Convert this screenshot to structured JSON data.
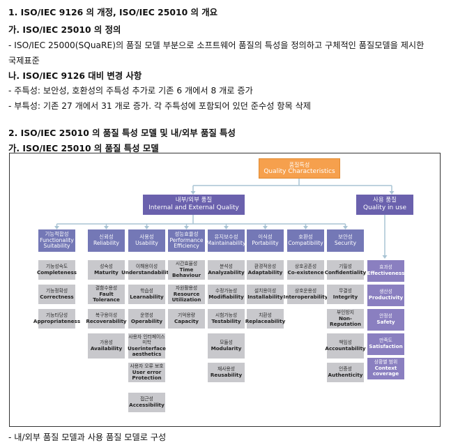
{
  "text": {
    "h1": "1. ISO/IEC 9126 의 개정, ISO/IEC 25010 의 개요",
    "h1a": "가. ISO/IEC 25010 의 정의",
    "p1a": "- ISO/IEC 25000(SQuaRE)의 품질 모델 부분으로 소프트웨어 품질의 특성을 정의하고 구체적인 품질모델을 제시한",
    "p1b": "국제표준",
    "h1b": "나. ISO/IEC 9126 대비 변경 사항",
    "p2": "- 주특성: 보안성, 호환성의 주특성 추가로 기존 6 개에서 8 개로 증가",
    "p3": "- 부특성: 기존 27 개에서 31 개로 증가. 각 주특성에 포함되어 있던 준수성 항목 삭제",
    "h2": "2. ISO/IEC 25010 의 품질 특성 모델 및 내/외부 품질 특성",
    "h2a": "가. ISO/IEC 25010 의 품질 특성 모델",
    "footer": "- 내/외부 품질 모델과 사용 품질 모델로 구성"
  },
  "diagram": {
    "root": {
      "ko": "품질특성",
      "en": "Quality Characteristics",
      "color": "#f6a04d"
    },
    "internal": {
      "ko": "내부/외부 품질",
      "en": "Internal and External Quality",
      "color": "#6a61ad"
    },
    "in_use": {
      "ko": "사용 품질",
      "en": "Quality in use",
      "color": "#6a61ad"
    },
    "characteristics": [
      {
        "ko": "기능적합성",
        "en": "Functionality Suitability",
        "subs": [
          [
            "기능성숙도",
            "Completeness"
          ],
          [
            "기능정확성",
            "Correctness"
          ],
          [
            "기능타당성",
            "Appropriateness"
          ]
        ]
      },
      {
        "ko": "신뢰성",
        "en": "Reliability",
        "subs": [
          [
            "성숙성",
            "Maturity"
          ],
          [
            "결함수용성",
            "Fault Tolerance"
          ],
          [
            "복구용이성",
            "Recoverability"
          ],
          [
            "가용성",
            "Availability"
          ]
        ]
      },
      {
        "ko": "사용성",
        "en": "Usability",
        "subs": [
          [
            "이해용이성",
            "Understandability"
          ],
          [
            "학습성",
            "Learnability"
          ],
          [
            "운영성",
            "Operability"
          ],
          [
            "사용자 인터페이스 미학",
            "Userinterface aesthetics"
          ],
          [
            "사용자 오류 보호",
            "User error Protection"
          ],
          [
            "접근성",
            "Accessibility"
          ]
        ]
      },
      {
        "ko": "성능효율성",
        "en": "Performance Efficiency",
        "subs": [
          [
            "시간효율성",
            "Time Behaviour"
          ],
          [
            "자원활용성",
            "Resource Utilization"
          ],
          [
            "기억용량",
            "Capacity"
          ]
        ]
      },
      {
        "ko": "유지보수성",
        "en": "Maintainability",
        "subs": [
          [
            "분석성",
            "Analyzability"
          ],
          [
            "수정가능성",
            "Modifiability"
          ],
          [
            "시험가능성",
            "Testability"
          ],
          [
            "모듈성",
            "Modularity"
          ],
          [
            "재사용성",
            "Reusability"
          ]
        ]
      },
      {
        "ko": "이식성",
        "en": "Portability",
        "subs": [
          [
            "환경적응성",
            "Adaptability"
          ],
          [
            "설치용이성",
            "Installability"
          ],
          [
            "치환성",
            "Replaceability"
          ]
        ]
      },
      {
        "ko": "호환성",
        "en": "Compatibility",
        "subs": [
          [
            "상호공존성",
            "Co-existence"
          ],
          [
            "상호운용성",
            "Interoperability"
          ]
        ]
      },
      {
        "ko": "보안성",
        "en": "Security",
        "subs": [
          [
            "기밀성",
            "Confidentiality"
          ],
          [
            "무결성",
            "Integrity"
          ],
          [
            "부인방지",
            "Non-Reputation"
          ],
          [
            "책임성",
            "Accountability"
          ],
          [
            "인증성",
            "Authenticity"
          ]
        ]
      }
    ],
    "in_use_subs": [
      [
        "효과성",
        "Effectiveness"
      ],
      [
        "생산성",
        "Productivity"
      ],
      [
        "안정성",
        "Safety"
      ],
      [
        "만족도",
        "Satisfaction"
      ],
      [
        "상황별 범위",
        "Context coverage"
      ]
    ],
    "colors": {
      "characteristic": "#7478b6",
      "sub": "#c8c8cc",
      "in_use_sub": "#8a7fc0",
      "connector": "#a9c4d4"
    }
  }
}
